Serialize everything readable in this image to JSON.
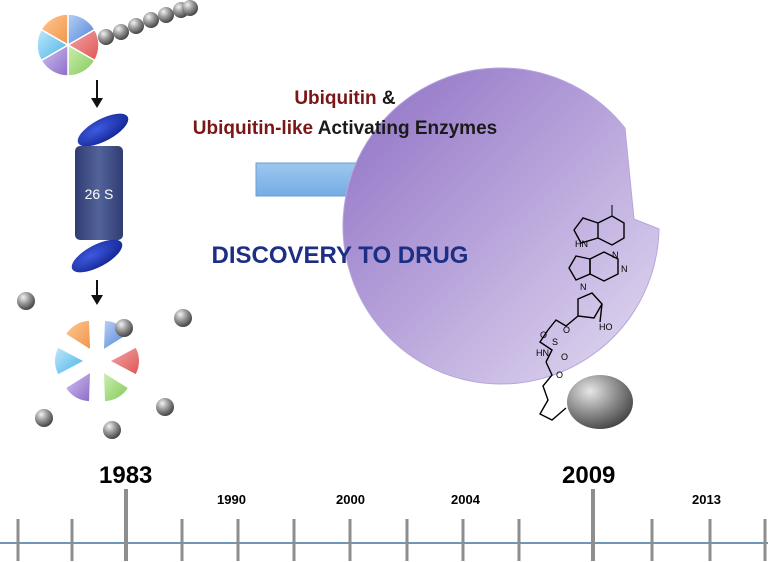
{
  "title": {
    "line1_word": "Ubiquitin",
    "line1_amp": "&",
    "line2_word": "Ubiquitin-like",
    "line2_rest": "Activating Enzymes"
  },
  "headline": "DISCOVERY TO DRUG",
  "proteasome_label": "26 S",
  "timeline": {
    "major_years": [
      "1983",
      "2009"
    ],
    "minor_years": [
      "1990",
      "2000",
      "2004",
      "2013"
    ]
  },
  "colors": {
    "dark_red": "#7b1616",
    "navy": "#1c2f84",
    "proteasome_blue": "#1730a8",
    "arrow_blue": "#7fb6ea",
    "pacman_purple": "#a98fd6",
    "timeline_line": "#6f95b8",
    "tick_gray": "#8e8e8e"
  },
  "icons": [
    "ubiquitinated-protein-icon",
    "down-arrow-icon",
    "proteasome-icon",
    "peptide-fragments-icon",
    "right-arrow-icon",
    "pac-man-enzyme-icon",
    "drug-molecule-icon",
    "ubiquitin-ball-icon"
  ]
}
